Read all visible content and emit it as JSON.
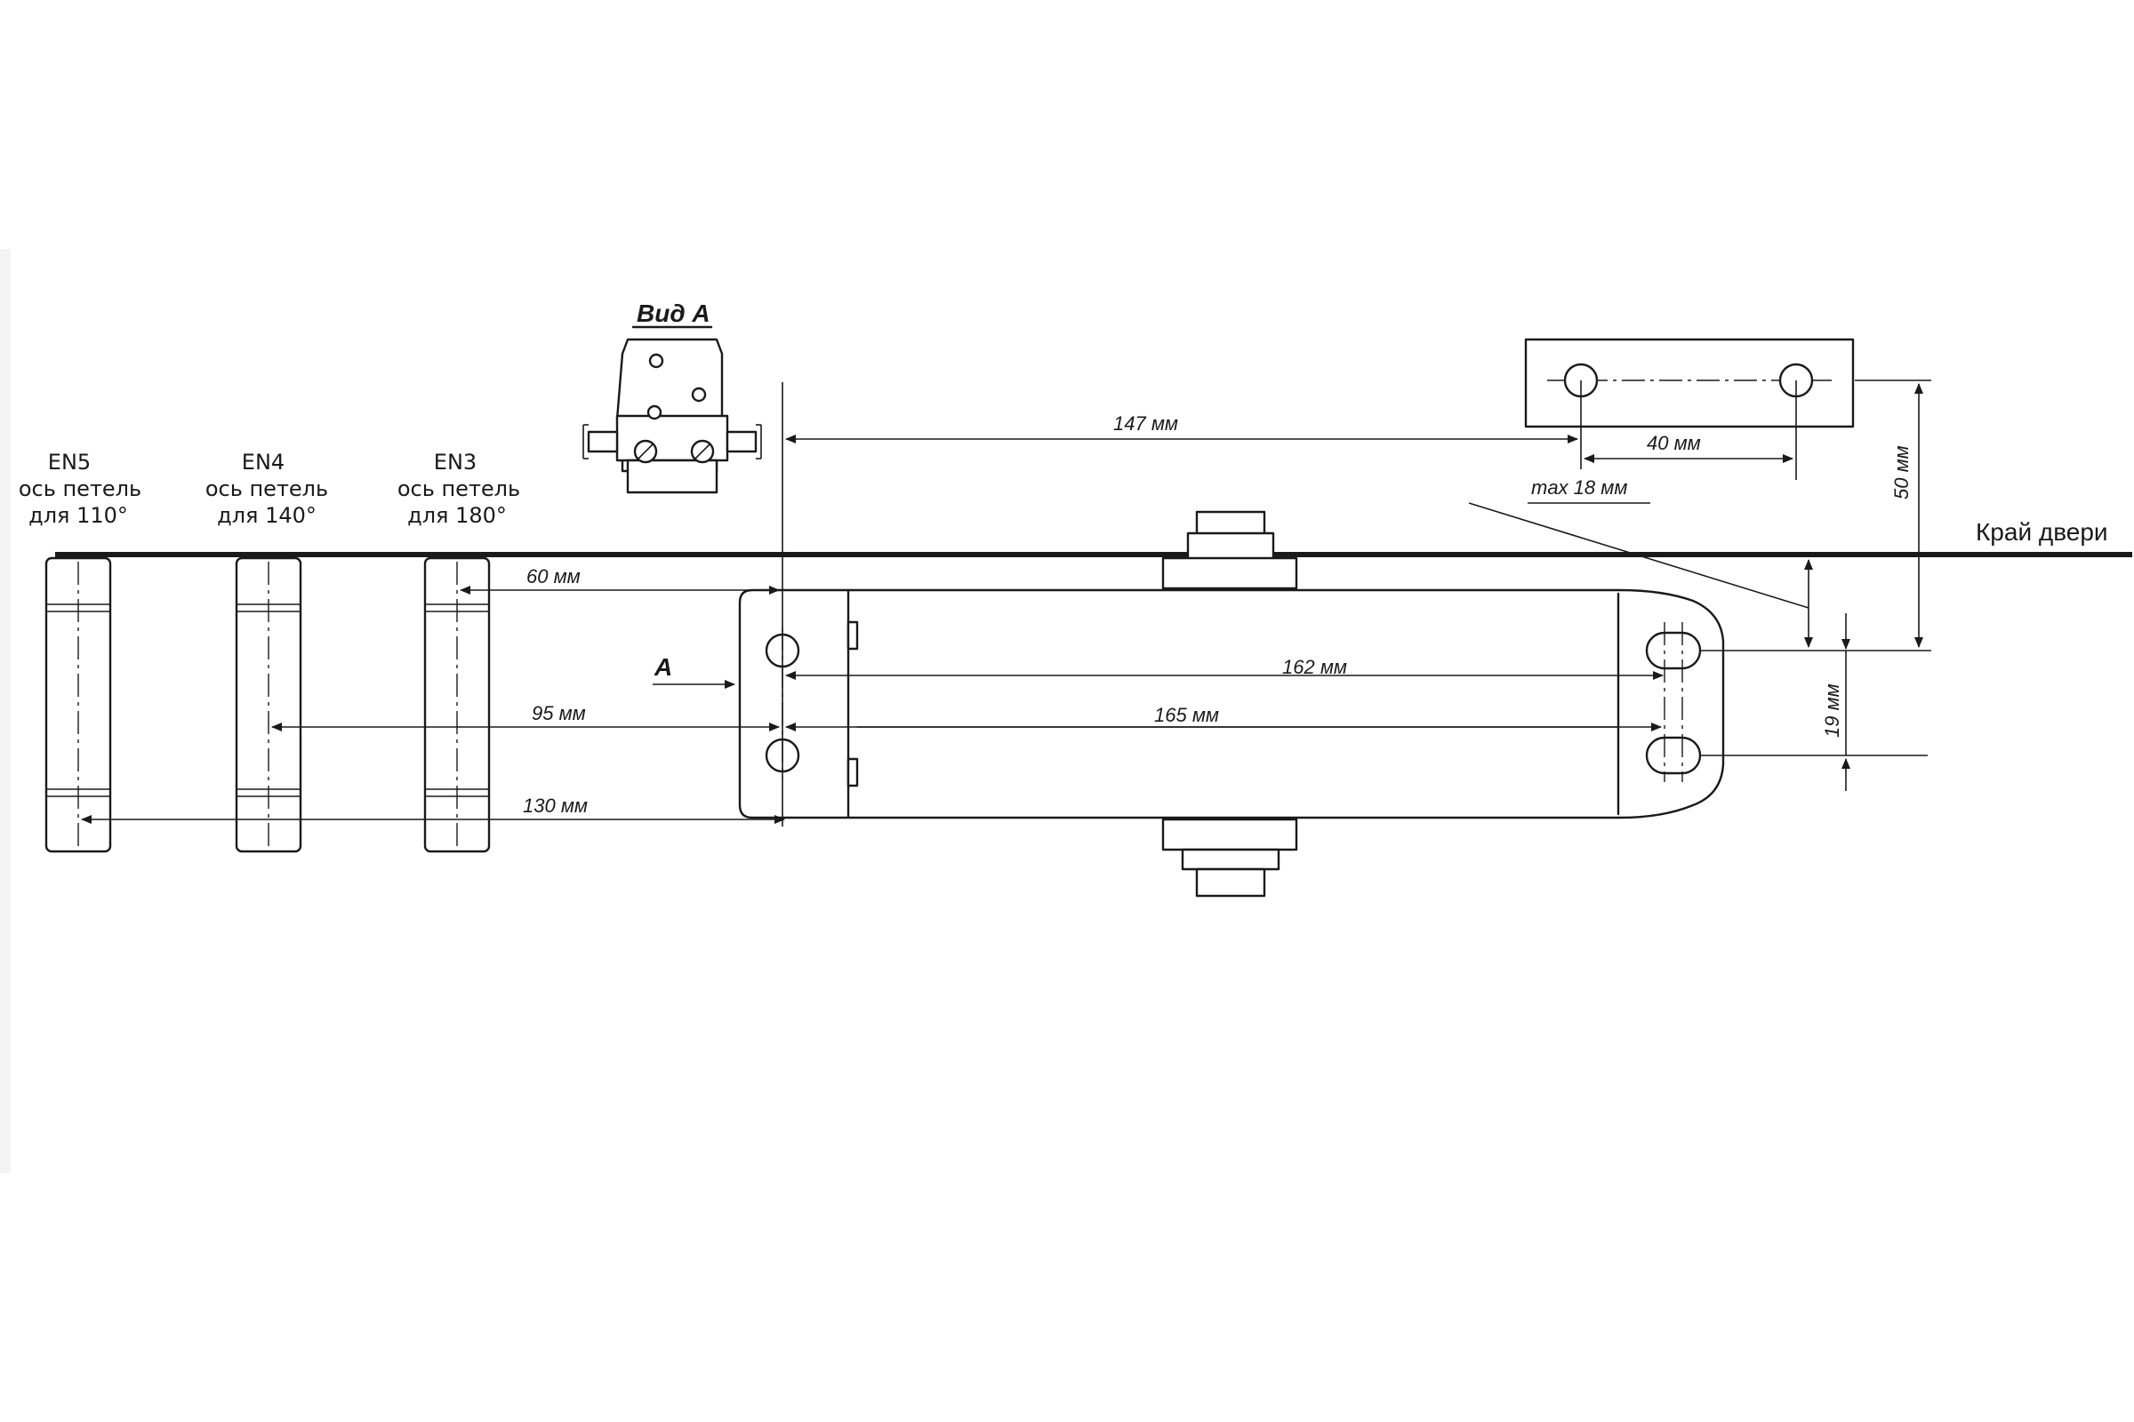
{
  "view_label": "Вид А",
  "view_marker": "A",
  "door_edge_label": "Край двери",
  "hinges": [
    {
      "model": "EN5",
      "axis_label": "ось петель",
      "angle_label": "для 110°"
    },
    {
      "model": "EN4",
      "axis_label": "ось петель",
      "angle_label": "для 140°"
    },
    {
      "model": "EN3",
      "axis_label": "ось петель",
      "angle_label": "для 180°"
    }
  ],
  "dimensions": {
    "d147": "147 мм",
    "d40": "40 мм",
    "d50": "50 мм",
    "max18": "max 18 мм",
    "d60": "60 мм",
    "d95": "95 мм",
    "d130": "130 мм",
    "d162": "162 мм",
    "d165": "165 мм",
    "d19": "19 мм"
  }
}
